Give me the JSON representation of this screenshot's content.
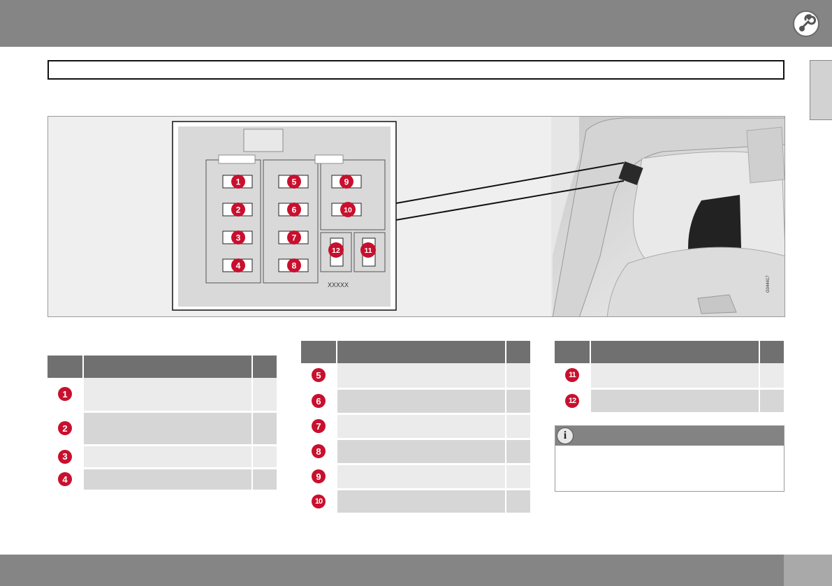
{
  "header": {
    "title": "",
    "section_title": ""
  },
  "icons": {
    "header_badge": "wrench-gear-icon",
    "note": "info-icon"
  },
  "figure": {
    "code": "G044417",
    "fuse_box_label": "XXXXX",
    "fuse_markers": [
      "1",
      "2",
      "3",
      "4",
      "5",
      "6",
      "7",
      "8",
      "9",
      "10",
      "11",
      "12"
    ]
  },
  "table1": {
    "rows": [
      {
        "marker": "1",
        "description": "",
        "amp": ""
      },
      {
        "marker": "2",
        "description": "",
        "amp": ""
      },
      {
        "marker": "3",
        "description": "",
        "amp": ""
      },
      {
        "marker": "4",
        "description": "",
        "amp": ""
      }
    ]
  },
  "table2": {
    "rows": [
      {
        "marker": "5",
        "description": "",
        "amp": ""
      },
      {
        "marker": "6",
        "description": "",
        "amp": ""
      },
      {
        "marker": "7",
        "description": "",
        "amp": ""
      },
      {
        "marker": "8",
        "description": "",
        "amp": ""
      },
      {
        "marker": "9",
        "description": "",
        "amp": ""
      },
      {
        "marker": "10",
        "description": "",
        "amp": ""
      }
    ]
  },
  "table3": {
    "rows": [
      {
        "marker": "11",
        "description": "",
        "amp": ""
      },
      {
        "marker": "12",
        "description": "",
        "amp": ""
      }
    ]
  },
  "note": {
    "heading": "",
    "text": ""
  },
  "colors": {
    "marker_red": "#c8102e",
    "header_gray": "#858585",
    "row_light": "#ebebeb",
    "row_dark": "#d6d6d6"
  }
}
